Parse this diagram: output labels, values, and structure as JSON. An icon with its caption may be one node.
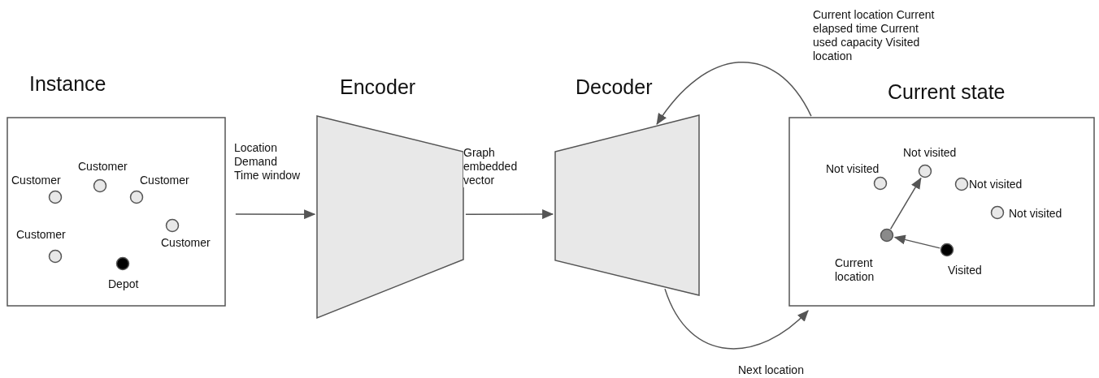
{
  "diagram": {
    "nodes": [
      {
        "text": [
          "Instance"
        ]
      },
      {
        "text": [],
        "shape": "circle",
        "in": 0,
        "beside": [
          "Customer"
        ]
      },
      {
        "text": [],
        "shape": "circle",
        "in": 0,
        "beside": [
          "Customer"
        ]
      },
      {
        "text": [],
        "shape": "circle",
        "in": 0,
        "beside": [
          "Customer"
        ]
      },
      {
        "text": [],
        "shape": "circle",
        "in": 0,
        "beside": [
          "Customer"
        ]
      },
      {
        "text": [],
        "shape": "circle",
        "in": 0,
        "beside": [
          "Customer"
        ]
      },
      {
        "text": [],
        "shape": "circle",
        "in": 0,
        "beside": [
          "Depot"
        ]
      },
      {
        "text": [
          "Encoder"
        ]
      },
      {
        "text": [
          "Decoder"
        ]
      },
      {
        "text": [
          "Current state"
        ]
      },
      {
        "text": [],
        "shape": "circle",
        "in": 9,
        "beside": [
          "Not visited"
        ]
      },
      {
        "text": [],
        "shape": "circle",
        "in": 9,
        "beside": [
          "Not visited"
        ]
      },
      {
        "text": [],
        "shape": "circle",
        "in": 9,
        "beside": [
          "Not visited"
        ]
      },
      {
        "text": [],
        "shape": "circle",
        "in": 9,
        "beside": [
          "Not visited"
        ]
      },
      {
        "text": [],
        "shape": "circle",
        "in": 9,
        "beside": [
          "Current location"
        ]
      },
      {
        "text": [],
        "shape": "circle",
        "in": 9,
        "beside": [
          "Visited"
        ]
      }
    ],
    "edges": [
      {
        "from": 0,
        "to": 7,
        "arrow": "to",
        "label": "Location Demand Time window"
      },
      {
        "from": 7,
        "to": 8,
        "arrow": "to",
        "label": "Graph embedded vector"
      },
      {
        "from": 8,
        "to": 9,
        "arrow": "to",
        "label": "Next location"
      },
      {
        "from": 9,
        "to": 8,
        "arrow": "to",
        "label": "Current location Current elapsed time Current used capacity Visited location"
      },
      {
        "from": 15,
        "to": 14,
        "arrow": "to"
      },
      {
        "from": 14,
        "to": 11,
        "arrow": "to"
      }
    ]
  }
}
